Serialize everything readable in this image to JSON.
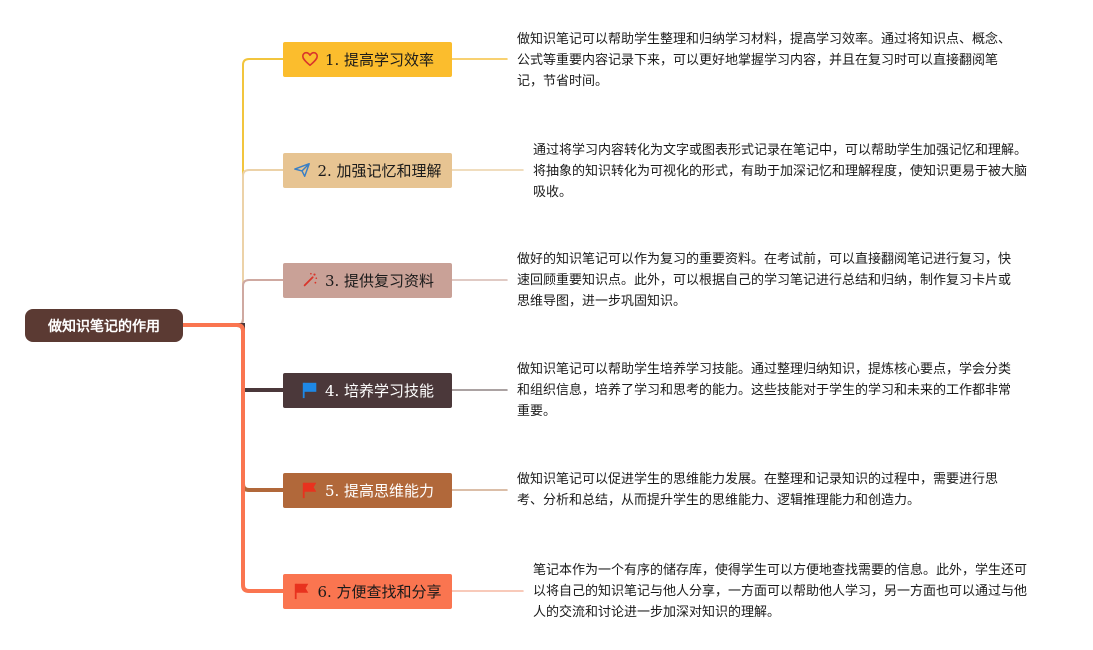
{
  "root": {
    "label": "做知识笔记的作用",
    "color": "#5b3a33"
  },
  "branches": [
    {
      "label": "1. 提高学习效率",
      "icon": "heart-icon",
      "bg": "#fbbd2d",
      "text_color": "#1a1a1a",
      "line": "#f5c242",
      "description": "做知识笔记可以帮助学生整理和归纳学习材料，提高学习效率。通过将知识点、概念、公式等重要内容记录下来，可以更好地掌握学习内容，并且在复习时可以直接翻阅笔记，节省时间。"
    },
    {
      "label": "2. 加强记忆和理解",
      "icon": "paper-plane-icon",
      "bg": "#e7c492",
      "text_color": "#1a1a1a",
      "line": "#ecd2a8",
      "description": "通过将学习内容转化为文字或图表形式记录在笔记中，可以帮助学生加强记忆和理解。将抽象的知识转化为可视化的形式，有助于加深记忆和理解程度，使知识更易于被大脑吸收。"
    },
    {
      "label": "3. 提供复习资料",
      "icon": "magic-wand-icon",
      "bg": "#c9a197",
      "text_color": "#1a1a1a",
      "line": "#d6b8b0",
      "description": "做好的知识笔记可以作为复习的重要资料。在考试前，可以直接翻阅笔记进行复习，快速回顾重要知识点。此外，可以根据自己的学习笔记进行总结和归纳，制作复习卡片或思维导图，进一步巩固知识。"
    },
    {
      "label": "4. 培养学习技能",
      "icon": "blue-flag-icon",
      "bg": "#4b383a",
      "text_color": "#ffffff",
      "line": "#8f8484",
      "description": "做知识笔记可以帮助学生培养学习技能。通过整理归纳知识，提炼核心要点，学会分类和组织信息，培养了学习和思考的能力。这些技能对于学生的学习和未来的工作都非常重要。"
    },
    {
      "label": "5. 提高思维能力",
      "icon": "red-flag-icon",
      "bg": "#b1683a",
      "text_color": "#ffffff",
      "line": "#cfa88c",
      "description": "做知识笔记可以促进学生的思维能力发展。在整理和记录知识的过程中，需要进行思考、分析和总结，从而提升学生的思维能力、逻辑推理能力和创造力。"
    },
    {
      "label": "6. 方便查找和分享",
      "icon": "red-flag-icon",
      "bg": "#fa7550",
      "text_color": "#1a1a1a",
      "line": "#f6b8a3",
      "description": "笔记本作为一个有序的储存库，使得学生可以方便地查找需要的信息。此外，学生还可以将自己的知识笔记与他人分享，一方面可以帮助他人学习，另一方面也可以通过与他人的交流和讨论进一步加深对知识的理解。"
    }
  ]
}
